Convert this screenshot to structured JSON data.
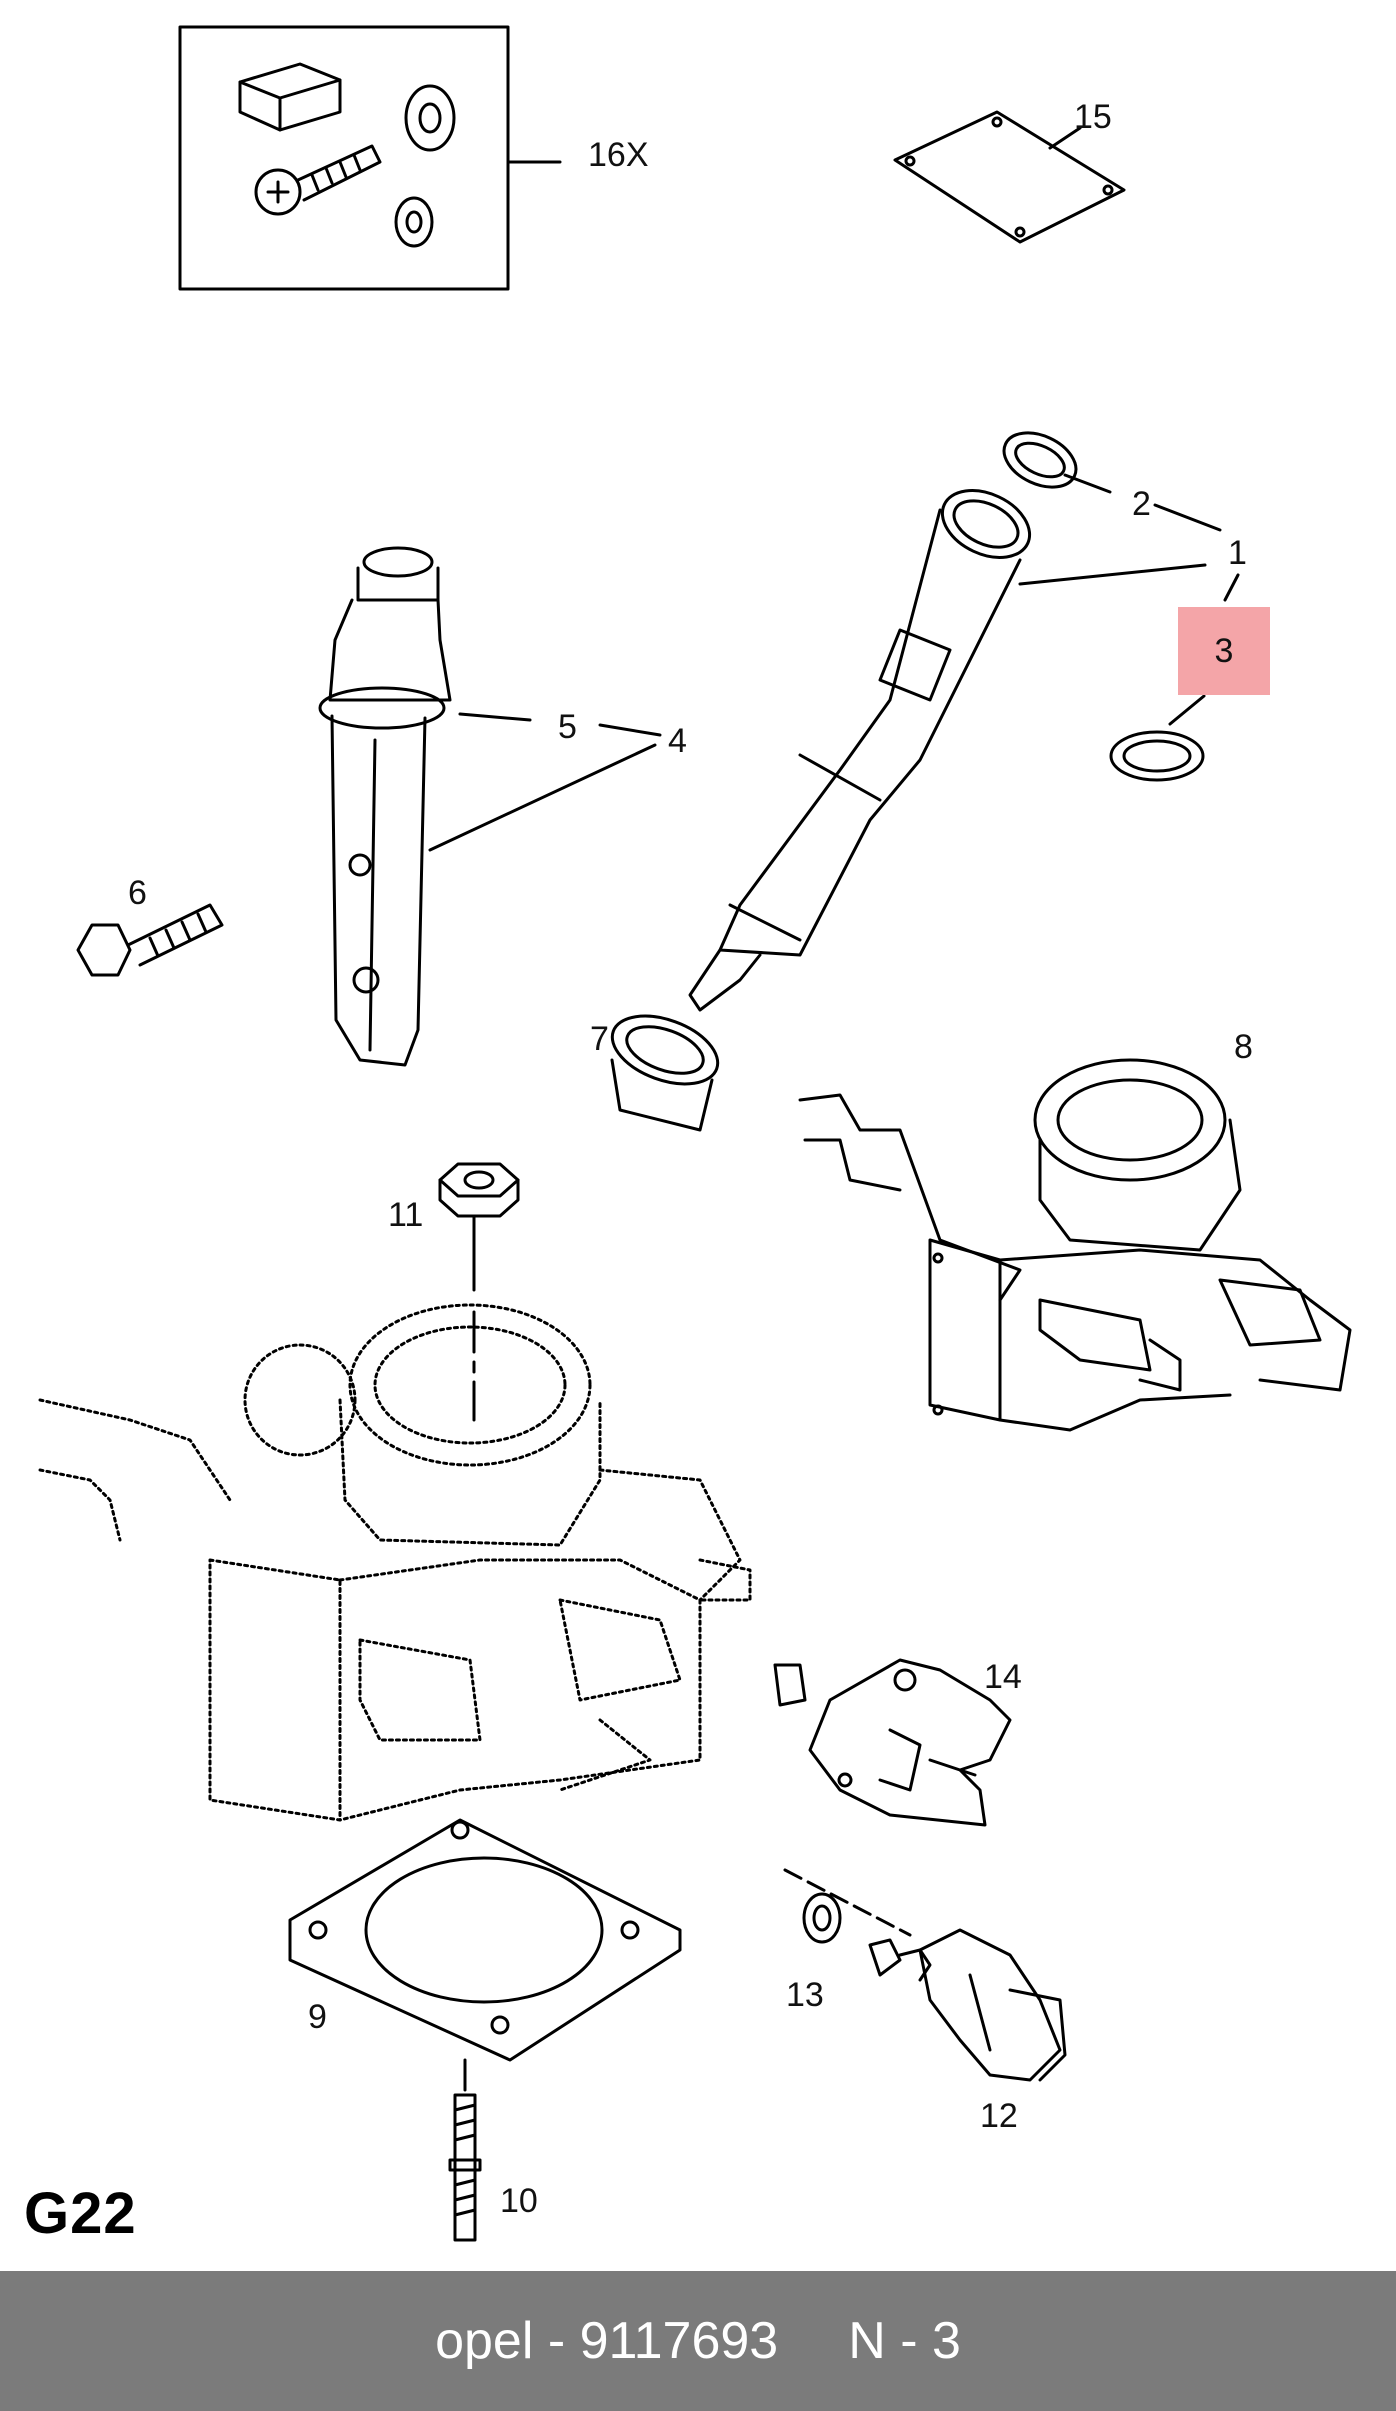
{
  "diagram": {
    "group_code": "G22",
    "highlight_color": "#f4a5a8",
    "highlighted_callout": "3",
    "callouts": {
      "c1": "1",
      "c2": "2",
      "c3": "3",
      "c4": "4",
      "c5": "5",
      "c6": "6",
      "c7": "7",
      "c8": "8",
      "c9": "9",
      "c10": "10",
      "c11": "11",
      "c12": "12",
      "c13": "13",
      "c14": "14",
      "c15": "15",
      "c16": "16X"
    }
  },
  "footer": {
    "part_text": "opel - 9117693",
    "position_text": "N - 3",
    "background": "#7b7b7b"
  }
}
